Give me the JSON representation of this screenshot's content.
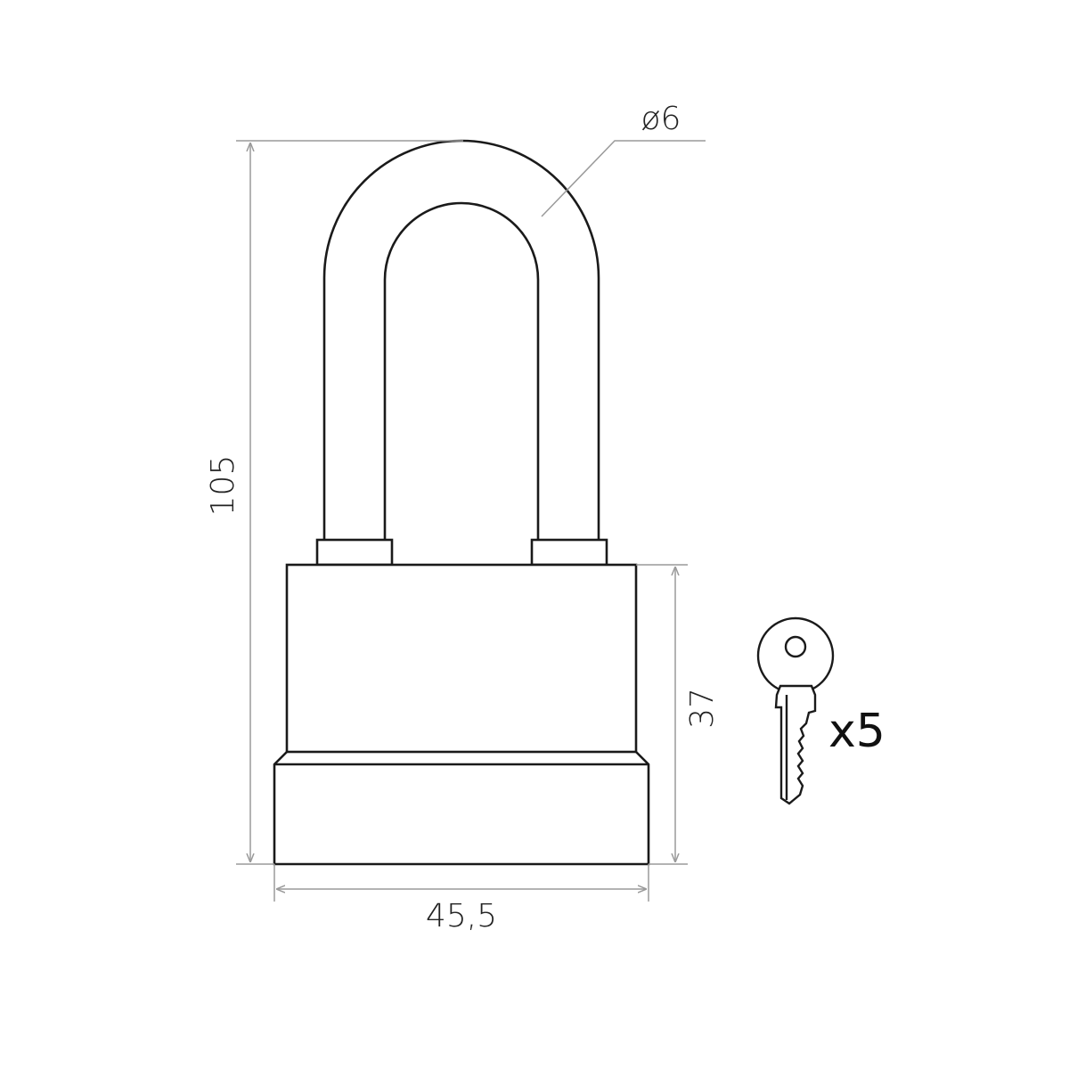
{
  "drawing": {
    "subject": "padlock",
    "dimensions": {
      "total_height": "105",
      "body_height": "37",
      "body_width": "45,5",
      "shackle_diameter": "ø6"
    },
    "keys_count": "x5",
    "colors": {
      "outline": "#1a1a1a",
      "dimension_line": "#9a9a9a",
      "background": "#ffffff"
    }
  }
}
